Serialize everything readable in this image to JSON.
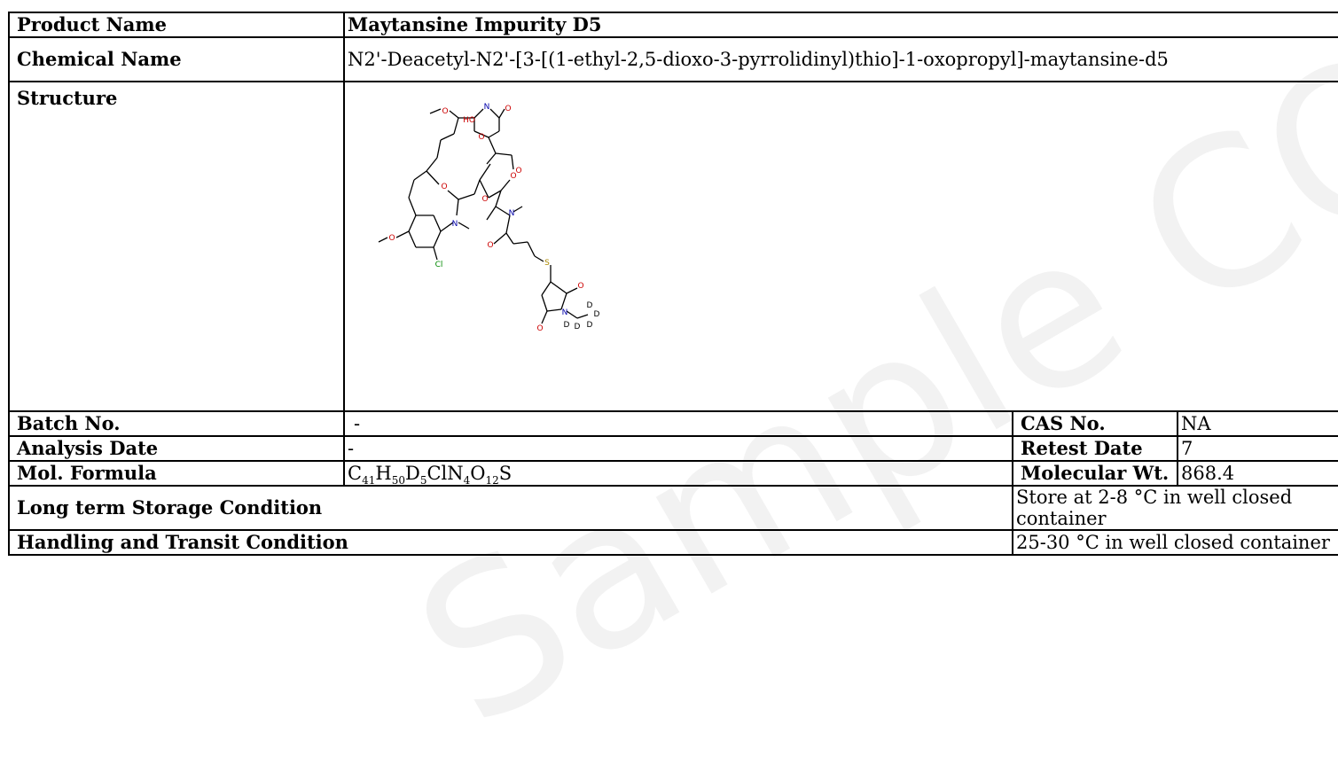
{
  "watermark": {
    "text": "Sample COA"
  },
  "product": {
    "label": "Product Name",
    "value": "Maytansine Impurity D5"
  },
  "chemical": {
    "label": "Chemical Name",
    "value": "N2'-Deacetyl-N2'-[3-[(1-ethyl-2,5-dioxo-3-pyrrolidinyl)thio]-1-oxopropyl]-maytansine-d5"
  },
  "structure": {
    "label": "Structure",
    "atoms": {
      "ho": "HO",
      "n": "N",
      "o": "O",
      "cl": "Cl",
      "s": "S",
      "d": "D"
    }
  },
  "batch": {
    "label": "Batch No.",
    "value": "-"
  },
  "cas": {
    "label": "CAS No.",
    "value": "NA"
  },
  "analysis": {
    "label": "Analysis Date",
    "value": "-"
  },
  "retest": {
    "label": "Retest Date",
    "value": "7"
  },
  "formula": {
    "label": "Mol. Formula",
    "parts": [
      {
        "el": "C",
        "n": "41"
      },
      {
        "el": "H",
        "n": "50"
      },
      {
        "el": "D",
        "n": "5"
      },
      {
        "el": "ClN",
        "n": "4"
      },
      {
        "el": "O",
        "n": "12"
      },
      {
        "el": "S",
        "n": ""
      }
    ]
  },
  "mw": {
    "label": "Molecular Wt.",
    "value": "868.4"
  },
  "storage": {
    "label": "Long term Storage Condition",
    "value": "Store at 2-8 °C in well closed container"
  },
  "handling": {
    "label": "Handling and Transit Condition",
    "value": "25-30 °C in well closed container"
  }
}
